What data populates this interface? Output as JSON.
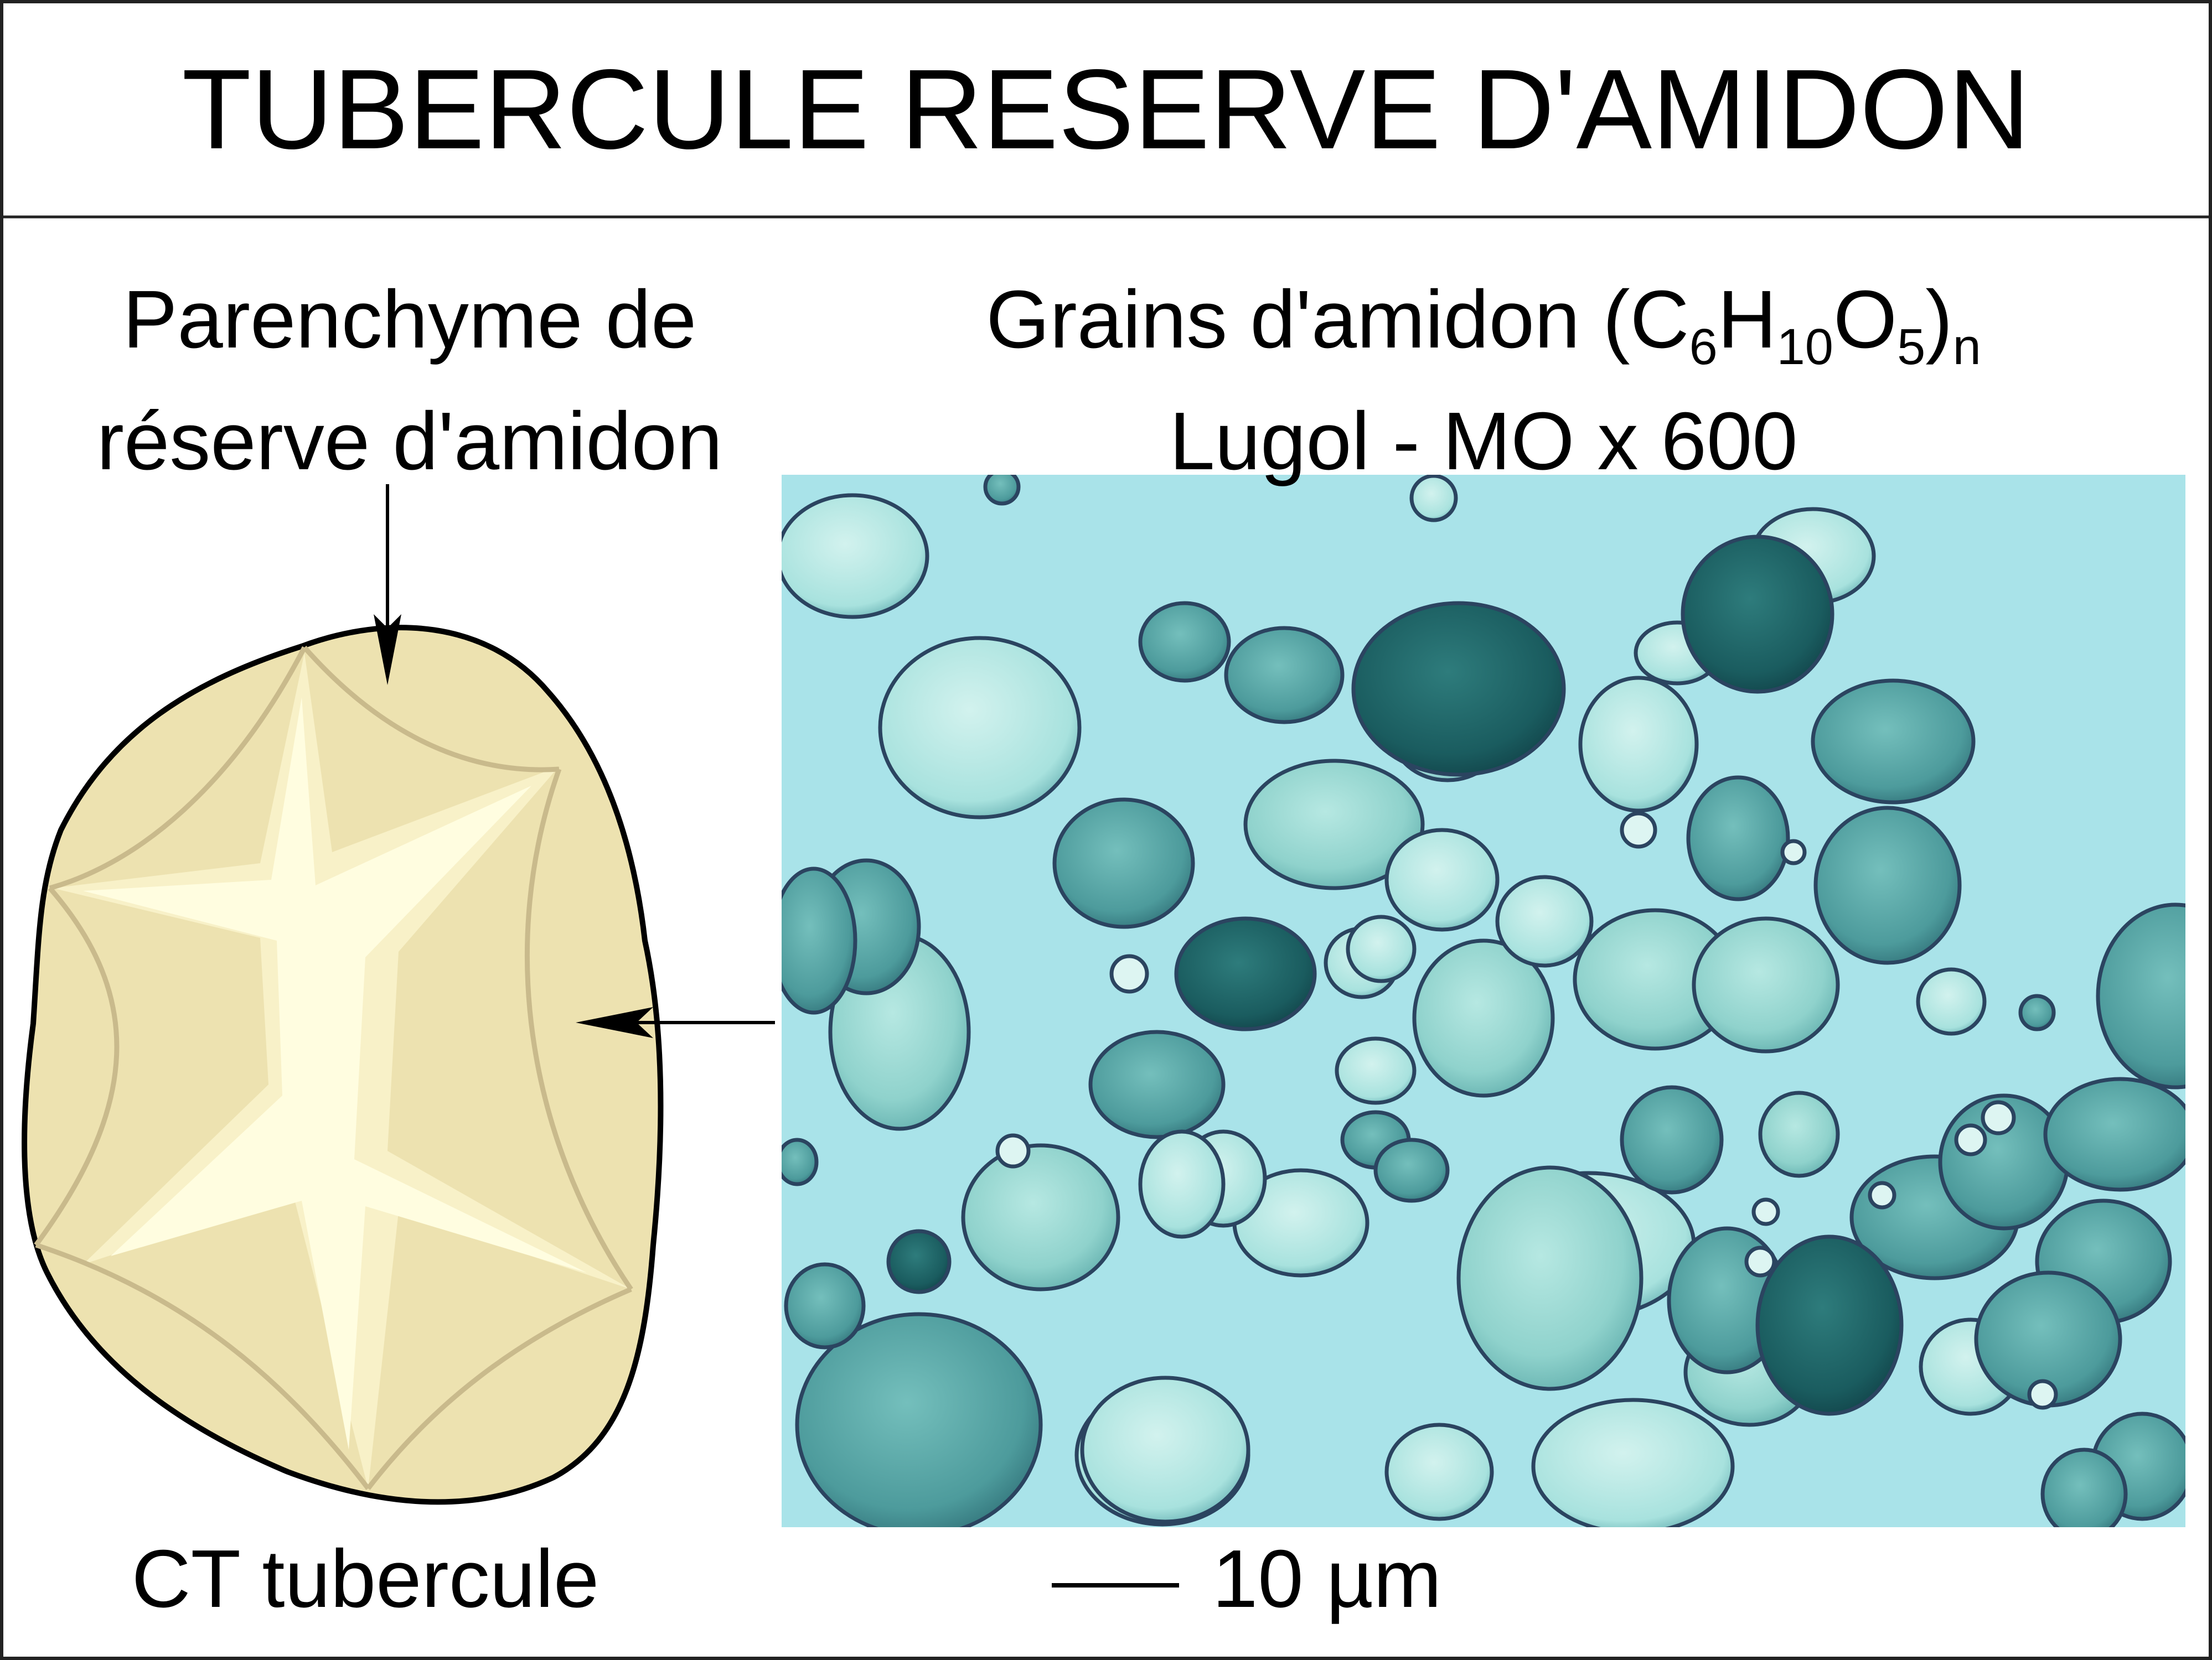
{
  "title": "TUBERCULE RESERVE D'AMIDON",
  "left_panel": {
    "label_line1": "Parenchyme de",
    "label_line2": "réserve d'amidon",
    "caption": "CT tubercule"
  },
  "right_panel": {
    "label_main": "Grains d'amidon (C",
    "sub_c": "6",
    "label_h": "H",
    "sub_h": "10",
    "label_o": "O",
    "sub_o": "5",
    "label_close": ")",
    "sub_n": "n",
    "label_line2": "Lugol - MO x 600",
    "scale_text": "10 µm"
  },
  "colors": {
    "tuber_fill": "#ede2b0",
    "tuber_outline": "#000000",
    "vascular_pale": "#f8f1c8",
    "medulla": "#fffde0",
    "inner_lines": "#c9ba8c",
    "micro_background": "#a9e3e9",
    "grain_light": "#8fd2cc",
    "grain_dark": "#1f6a6c",
    "grain_edge": "#2b4460"
  },
  "icons": {
    "arrow_down": "arrow-down-icon",
    "arrow_left": "arrow-left-icon",
    "scale_bar": "scale-bar-icon"
  }
}
